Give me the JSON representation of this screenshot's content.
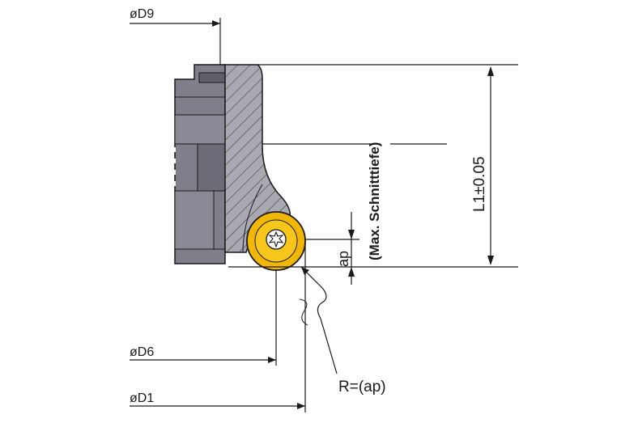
{
  "labels": {
    "d9": "øD9",
    "d6": "øD6",
    "d1": "øD1",
    "l1": "L1±0.05",
    "max_depth": "(Max. Schnitttiefe)",
    "ap": "ap",
    "radius": "R=(ap)"
  },
  "colors": {
    "body_gray": "#7f7f8c",
    "body_gray_dark": "#5f5f6b",
    "hatch_bg": "#a9a9b2",
    "insert_yellow": "#f2b705",
    "insert_inner": "#f6c61a",
    "line": "#1a1a1a"
  },
  "icons": {
    "screw": "torx-screw-icon"
  }
}
